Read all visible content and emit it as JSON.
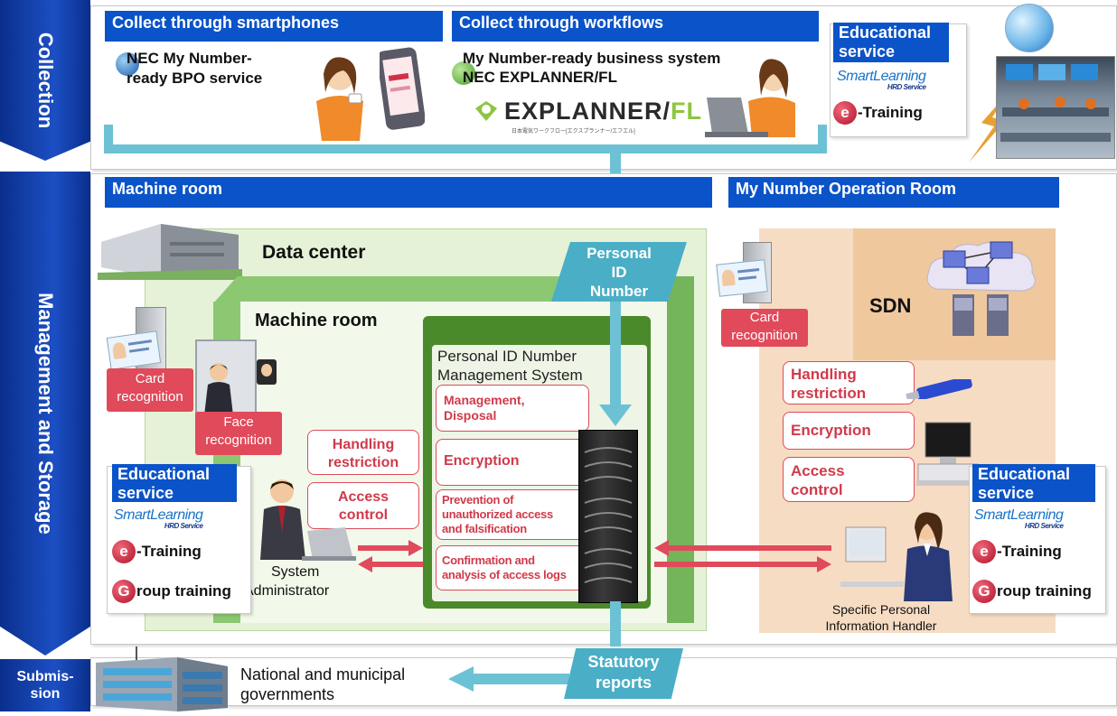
{
  "bands": {
    "collection": "Collection",
    "management": "Management and Storage",
    "submission_line1": "Submis-",
    "submission_line2": "sion"
  },
  "collection": {
    "smartphones_head": "Collect through smartphones",
    "smartphones_text_line1": "NEC My Number-",
    "smartphones_text_line2": "ready BPO service",
    "workflows_head": "Collect through workflows",
    "workflows_text_line1": "My Number-ready business system",
    "workflows_text_line2": "NEC EXPLANNER/FL",
    "explanner_logo": "EXPLANNER/",
    "explanner_logo_fl": "FL",
    "explanner_sub": "日本電気ワークフロー[エクスプランナー/エフエル]"
  },
  "education": {
    "head_line1": "Educational",
    "head_line2": "service",
    "smartlearning": "SmartLearning",
    "smartlearning_sub": "HRD Service",
    "etraining_e": "e",
    "etraining_rest": "-Training",
    "group_g": "G",
    "group_rest": "roup training"
  },
  "management": {
    "machine_room_head": "Machine room",
    "operation_room_head": "My Number Operation Room",
    "data_center": "Data center",
    "machine_room_inner": "Machine room",
    "personal_id_line1": "Personal",
    "personal_id_line2": "ID",
    "personal_id_line3": "Number",
    "card_recognition_line1": "Card",
    "card_recognition_line2": "recognition",
    "face_recognition_line1": "Face",
    "face_recognition_line2": "recognition",
    "handling_line1": "Handling",
    "handling_line2": "restriction",
    "access_line1": "Access",
    "access_line2": "control",
    "system_title_line1": "Personal ID Number",
    "system_title_line2": "Management System",
    "fn_management_line1": "Management,",
    "fn_management_line2": "Disposal",
    "fn_encryption": "Encryption",
    "fn_prevention_line1": "Prevention of",
    "fn_prevention_line2": "unauthorized access",
    "fn_prevention_line3": "and falsification",
    "fn_confirmation_line1": "Confirmation and",
    "fn_confirmation_line2": "analysis of access logs",
    "sysadmin_line1": "System",
    "sysadmin_line2": "Administrator",
    "sdn": "SDN",
    "op_card_line1": "Card",
    "op_card_line2": "recognition",
    "op_handling_line1": "Handling",
    "op_handling_line2": "restriction",
    "op_encryption": "Encryption",
    "op_access_line1": "Access",
    "op_access_line2": "control",
    "handler_line1": "Specific Personal",
    "handler_line2": "Information Handler"
  },
  "submission": {
    "govt_line1": "National and municipal",
    "govt_line2": "governments",
    "reports_line1": "Statutory",
    "reports_line2": "reports"
  },
  "colors": {
    "band_blue": "#0a2f8c",
    "head_blue": "#0b53c8",
    "accent_red": "#e04a5a",
    "teal": "#6cc2d4",
    "green": "#5a9e3a",
    "peach": "#f7dcc4"
  }
}
